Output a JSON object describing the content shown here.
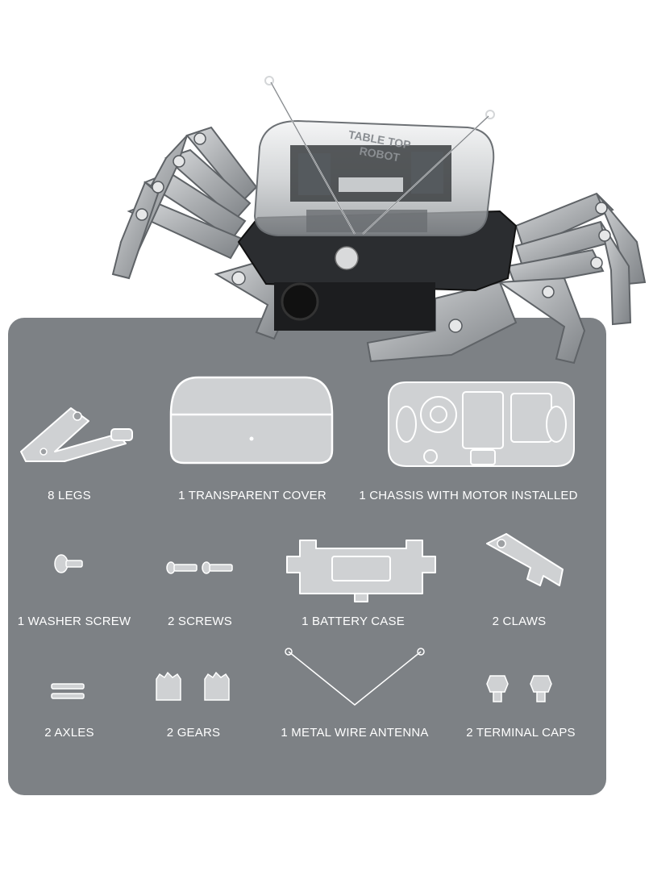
{
  "robot": {
    "cover_text_line1": "TABLE TOP",
    "cover_text_line2": "ROBOT"
  },
  "parts": [
    {
      "label": "8 LEGS",
      "icon": "leg-icon"
    },
    {
      "label": "1 TRANSPARENT COVER",
      "icon": "cover-icon"
    },
    {
      "label": "1 CHASSIS WITH MOTOR INSTALLED",
      "icon": "chassis-icon"
    },
    {
      "label": "1 WASHER SCREW",
      "icon": "washer-screw-icon"
    },
    {
      "label": "2 SCREWS",
      "icon": "screws-icon"
    },
    {
      "label": "1 BATTERY CASE",
      "icon": "battery-case-icon"
    },
    {
      "label": "2 CLAWS",
      "icon": "claw-icon"
    },
    {
      "label": "2 AXLES",
      "icon": "axles-icon"
    },
    {
      "label": "2 GEARS",
      "icon": "gears-icon"
    },
    {
      "label": "1 METAL WIRE ANTENNA",
      "icon": "antenna-icon"
    },
    {
      "label": "2 TERMINAL CAPS",
      "icon": "terminal-caps-icon"
    }
  ],
  "colors": {
    "panel": "#7d8185",
    "part_fill": "#cfd1d3",
    "part_stroke": "#ffffff",
    "label": "#ffffff"
  }
}
